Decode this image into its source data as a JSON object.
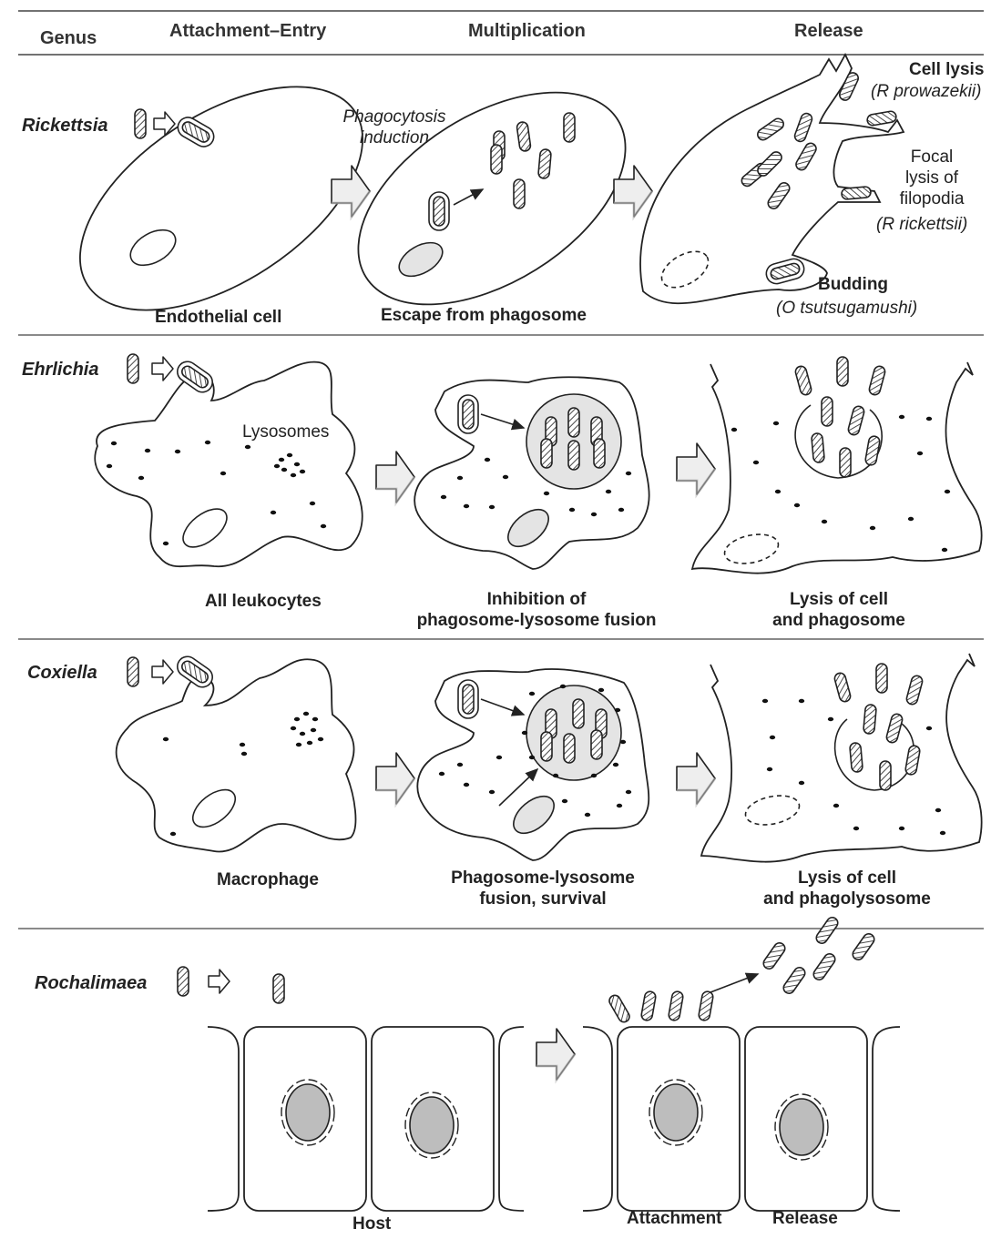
{
  "headers": {
    "genus": "Genus",
    "attachment": "Attachment–Entry",
    "multiplication": "Multiplication",
    "release": "Release"
  },
  "rickettsia": {
    "genus": "Rickettsia",
    "phagocytosis": [
      "Phagocytosis",
      "induction"
    ],
    "endothelial": "Endothelial cell",
    "escape": "Escape from phagosome",
    "cell_lysis": "Cell lysis",
    "prowazekii": "(R prowazekii)",
    "focal": [
      "Focal",
      "lysis of",
      "filopodia"
    ],
    "rickettsii": "(R rickettsii)",
    "budding": "Budding",
    "tsutsugamushi": "(O tsutsugamushi)"
  },
  "ehrlichia": {
    "genus": "Ehrlichia",
    "lysosomes": "Lysosomes",
    "leukocytes": "All leukocytes",
    "inhibition": [
      "Inhibition of",
      "phagosome-lysosome fusion"
    ],
    "lysis": [
      "Lysis of cell",
      "and phagosome"
    ]
  },
  "coxiella": {
    "genus": "Coxiella",
    "macrophage": "Macrophage",
    "fusion": [
      "Phagosome-lysosome",
      "fusion, survival"
    ],
    "lysis": [
      "Lysis of cell",
      "and phagolysosome"
    ]
  },
  "rochalimaea": {
    "genus": "Rochalimaea",
    "host": "Host",
    "attachment": "Attachment",
    "release": "Release"
  },
  "colors": {
    "line": "#222222",
    "fill_gray": "#bdbdbd",
    "fill_light": "#e4e4e4",
    "arrow_fill": "#eeeeee"
  }
}
